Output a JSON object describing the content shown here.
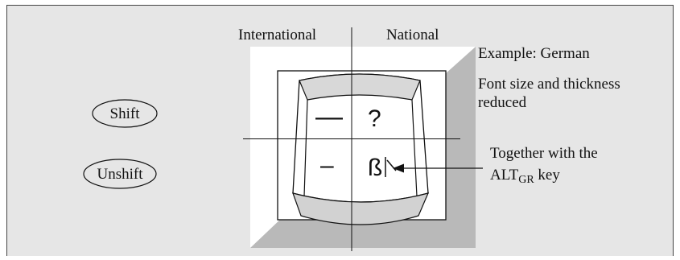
{
  "header": {
    "international": "International",
    "national": "National"
  },
  "legend": {
    "shift": "Shift",
    "unshift": "Unshift"
  },
  "notes": {
    "example": "Example: German",
    "font_line1": "Font size and thickness",
    "font_line2": "reduced",
    "together_line1": "Together with the",
    "alt_prefix": "ALT",
    "alt_sub": "GR",
    "alt_suffix": " key"
  },
  "keycap": {
    "top_left": "—",
    "top_right": "?",
    "bottom_left": "–",
    "bottom_right": "ß"
  },
  "colors": {
    "panel": "#e6e6e6",
    "keycap_base": "#ffffff",
    "keycap_shadow": "#b9b9b9",
    "bevel": "#d6d6d6"
  }
}
